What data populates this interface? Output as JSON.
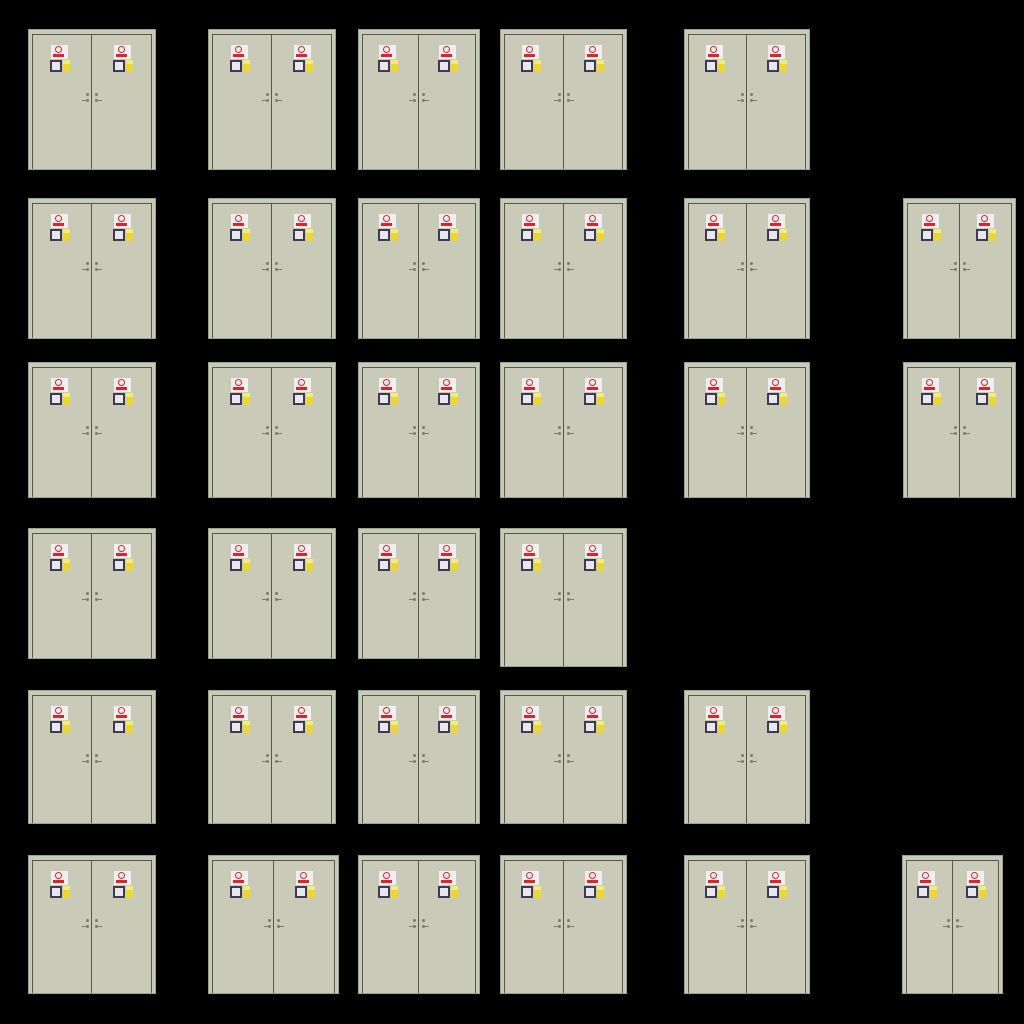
{
  "sheet": {
    "background": "#000000",
    "door_color": "#c9cbb8",
    "outline_color": "#8fa88a",
    "sign_red": "#e0222a",
    "sign_yellow": "#ecd634",
    "rows": [
      {
        "door_count": 5
      },
      {
        "door_count": 6
      },
      {
        "door_count": 6
      },
      {
        "door_count": 4
      },
      {
        "door_count": 5
      },
      {
        "door_count": 6
      }
    ]
  }
}
